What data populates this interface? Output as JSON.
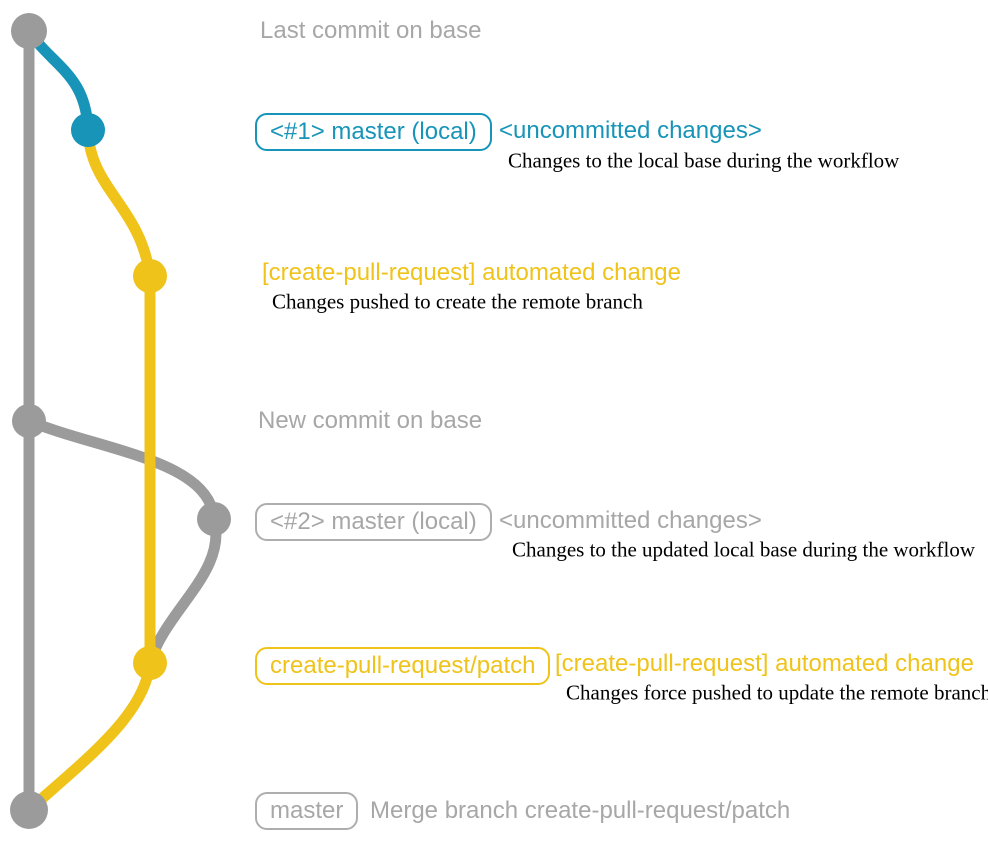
{
  "colors": {
    "gray": "#9b9b9b",
    "textgray": "#a7a7a7",
    "badgegray": "#aeaeae",
    "teal": "#1794b8",
    "yellow": "#efc319",
    "ink": "#000000"
  },
  "annotations": {
    "last_commit": "Last commit on base",
    "new_commit": "New commit on base"
  },
  "rows": {
    "r1": {
      "badge": "<#1> master (local)",
      "title": "<uncommitted changes>",
      "desc": "Changes to the local base during the workflow"
    },
    "r2": {
      "title": "[create-pull-request] automated change",
      "desc": "Changes pushed to create the remote branch"
    },
    "r3": {
      "badge": "<#2> master (local)",
      "title": "<uncommitted changes>",
      "desc": "Changes to the updated local base during the workflow"
    },
    "r4": {
      "badge": "create-pull-request/patch",
      "title": "[create-pull-request] automated change",
      "desc": "Changes force pushed to update the remote branch"
    },
    "r5": {
      "badge": "master",
      "title": "Merge branch create-pull-request/patch"
    }
  }
}
